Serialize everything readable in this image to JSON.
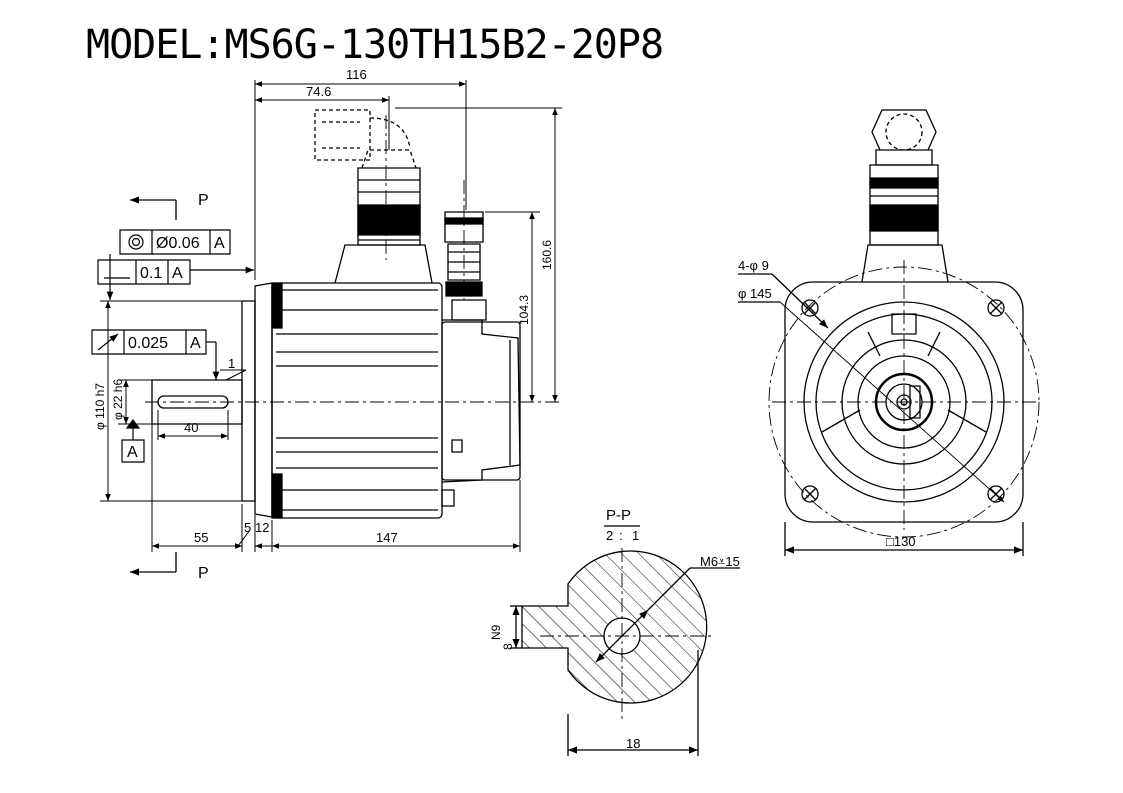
{
  "title": "MODEL:MS6G-130TH15B2-20P8",
  "dimensions": {
    "length_116": "116",
    "length_74_6": "74.6",
    "height_160_6": "160.6",
    "height_104_3": "104.3",
    "shaft_55": "55",
    "flange_5": "5",
    "flange_12": "12",
    "body_147": "147",
    "key_40": "40",
    "chamfer_1": "1",
    "pilot_dia": "φ 110 h7",
    "shaft_dia": "φ 22 h6",
    "holes": "4-φ 9",
    "bolt_circle": "φ 145",
    "square": "□130",
    "thread": "M6⩡15",
    "keyway_width": "N9",
    "keyway_8": "8",
    "section_18": "18"
  },
  "tolerances": {
    "concentricity_value": "Ø0.06",
    "concentricity_datum": "A",
    "perp_value": "0.1",
    "perp_datum": "A",
    "runout_value": "0.025",
    "runout_datum": "A",
    "datum_label": "A"
  },
  "section": {
    "arrow_label_top": "P",
    "arrow_label_bottom": "P",
    "name": "P-P",
    "scale_num": "2",
    "scale_sep": ":",
    "scale_den": "1"
  }
}
